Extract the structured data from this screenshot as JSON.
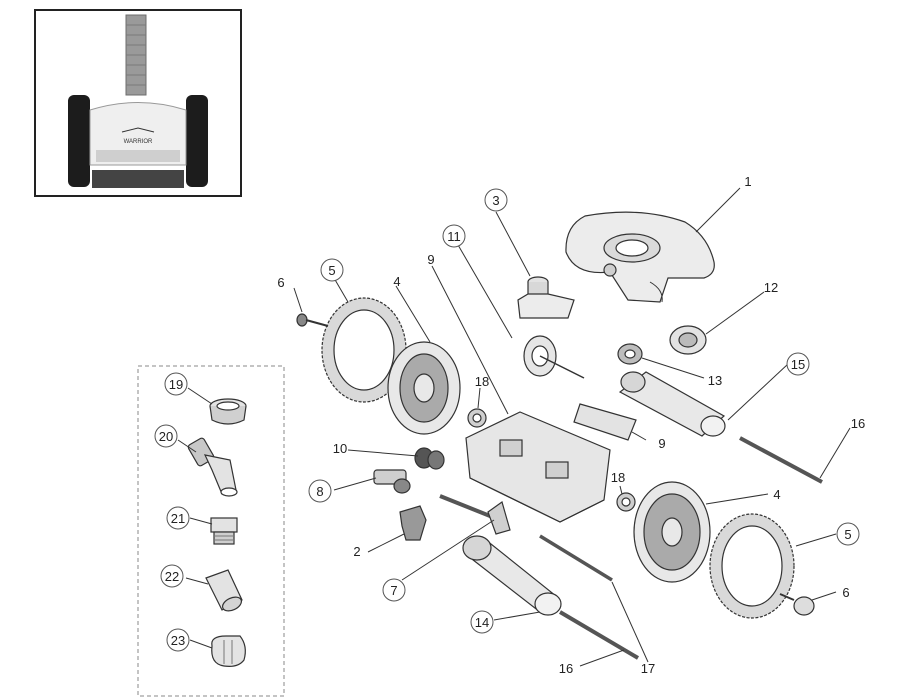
{
  "inset": {
    "badge_text": "WARRIOR"
  },
  "callouts": {
    "c1": "1",
    "c2": "2",
    "c3": "3",
    "c4a": "4",
    "c4b": "4",
    "c5a": "5",
    "c5b": "5",
    "c6a": "6",
    "c6b": "6",
    "c7": "7",
    "c8": "8",
    "c9a": "9",
    "c9b": "9",
    "c10": "10",
    "c11": "11",
    "c12": "12",
    "c13": "13",
    "c14": "14",
    "c15": "15",
    "c16a": "16",
    "c16b": "16",
    "c17": "17",
    "c18a": "18",
    "c18b": "18",
    "c19": "19",
    "c20": "20",
    "c21": "21",
    "c22": "22",
    "c23": "23"
  },
  "colors": {
    "line": "#333333",
    "tire": "#d9d9d9",
    "body": "#e6e6e6",
    "dash": "#888888"
  }
}
